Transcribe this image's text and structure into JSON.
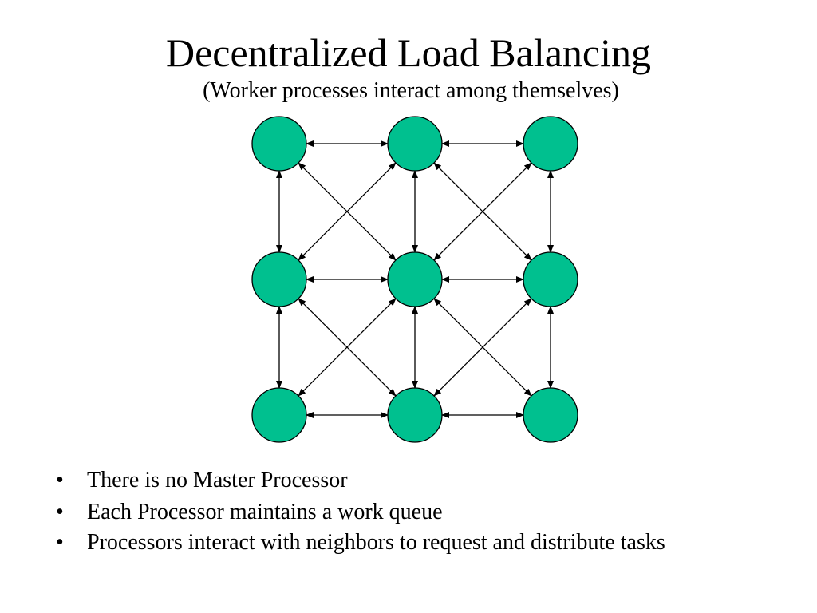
{
  "slide": {
    "title": "Decentralized Load Balancing",
    "subtitle": "(Worker processes interact among themselves)"
  },
  "diagram": {
    "node_fill": "#00c08f",
    "node_stroke": "#000000",
    "edge_color": "#000000",
    "grid_rows": 3,
    "grid_cols": 3,
    "connections": "bidirectional arrows between each node and its horizontal, vertical and diagonal neighbors"
  },
  "bullets": [
    {
      "marker": "•",
      "text": "There is no Master Processor"
    },
    {
      "marker": "•",
      "text": "Each Processor maintains a work queue"
    },
    {
      "marker": "•",
      "text": "Processors interact with neighbors to request and distribute tasks"
    }
  ]
}
